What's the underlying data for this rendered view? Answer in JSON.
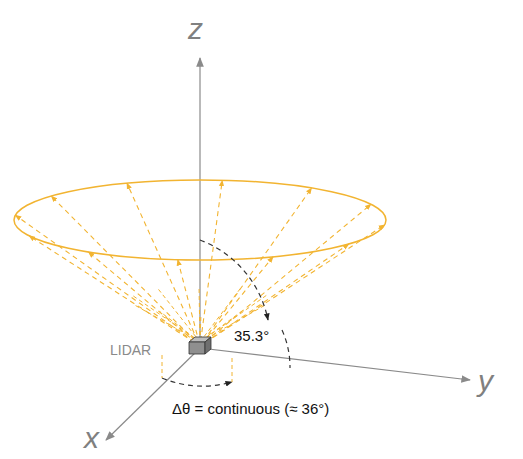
{
  "diagram": {
    "labels": [
      "z",
      "35.3°",
      "LIDAR",
      "y",
      "Δθ = continuous (≈ 36°)",
      "x"
    ]
  }
}
